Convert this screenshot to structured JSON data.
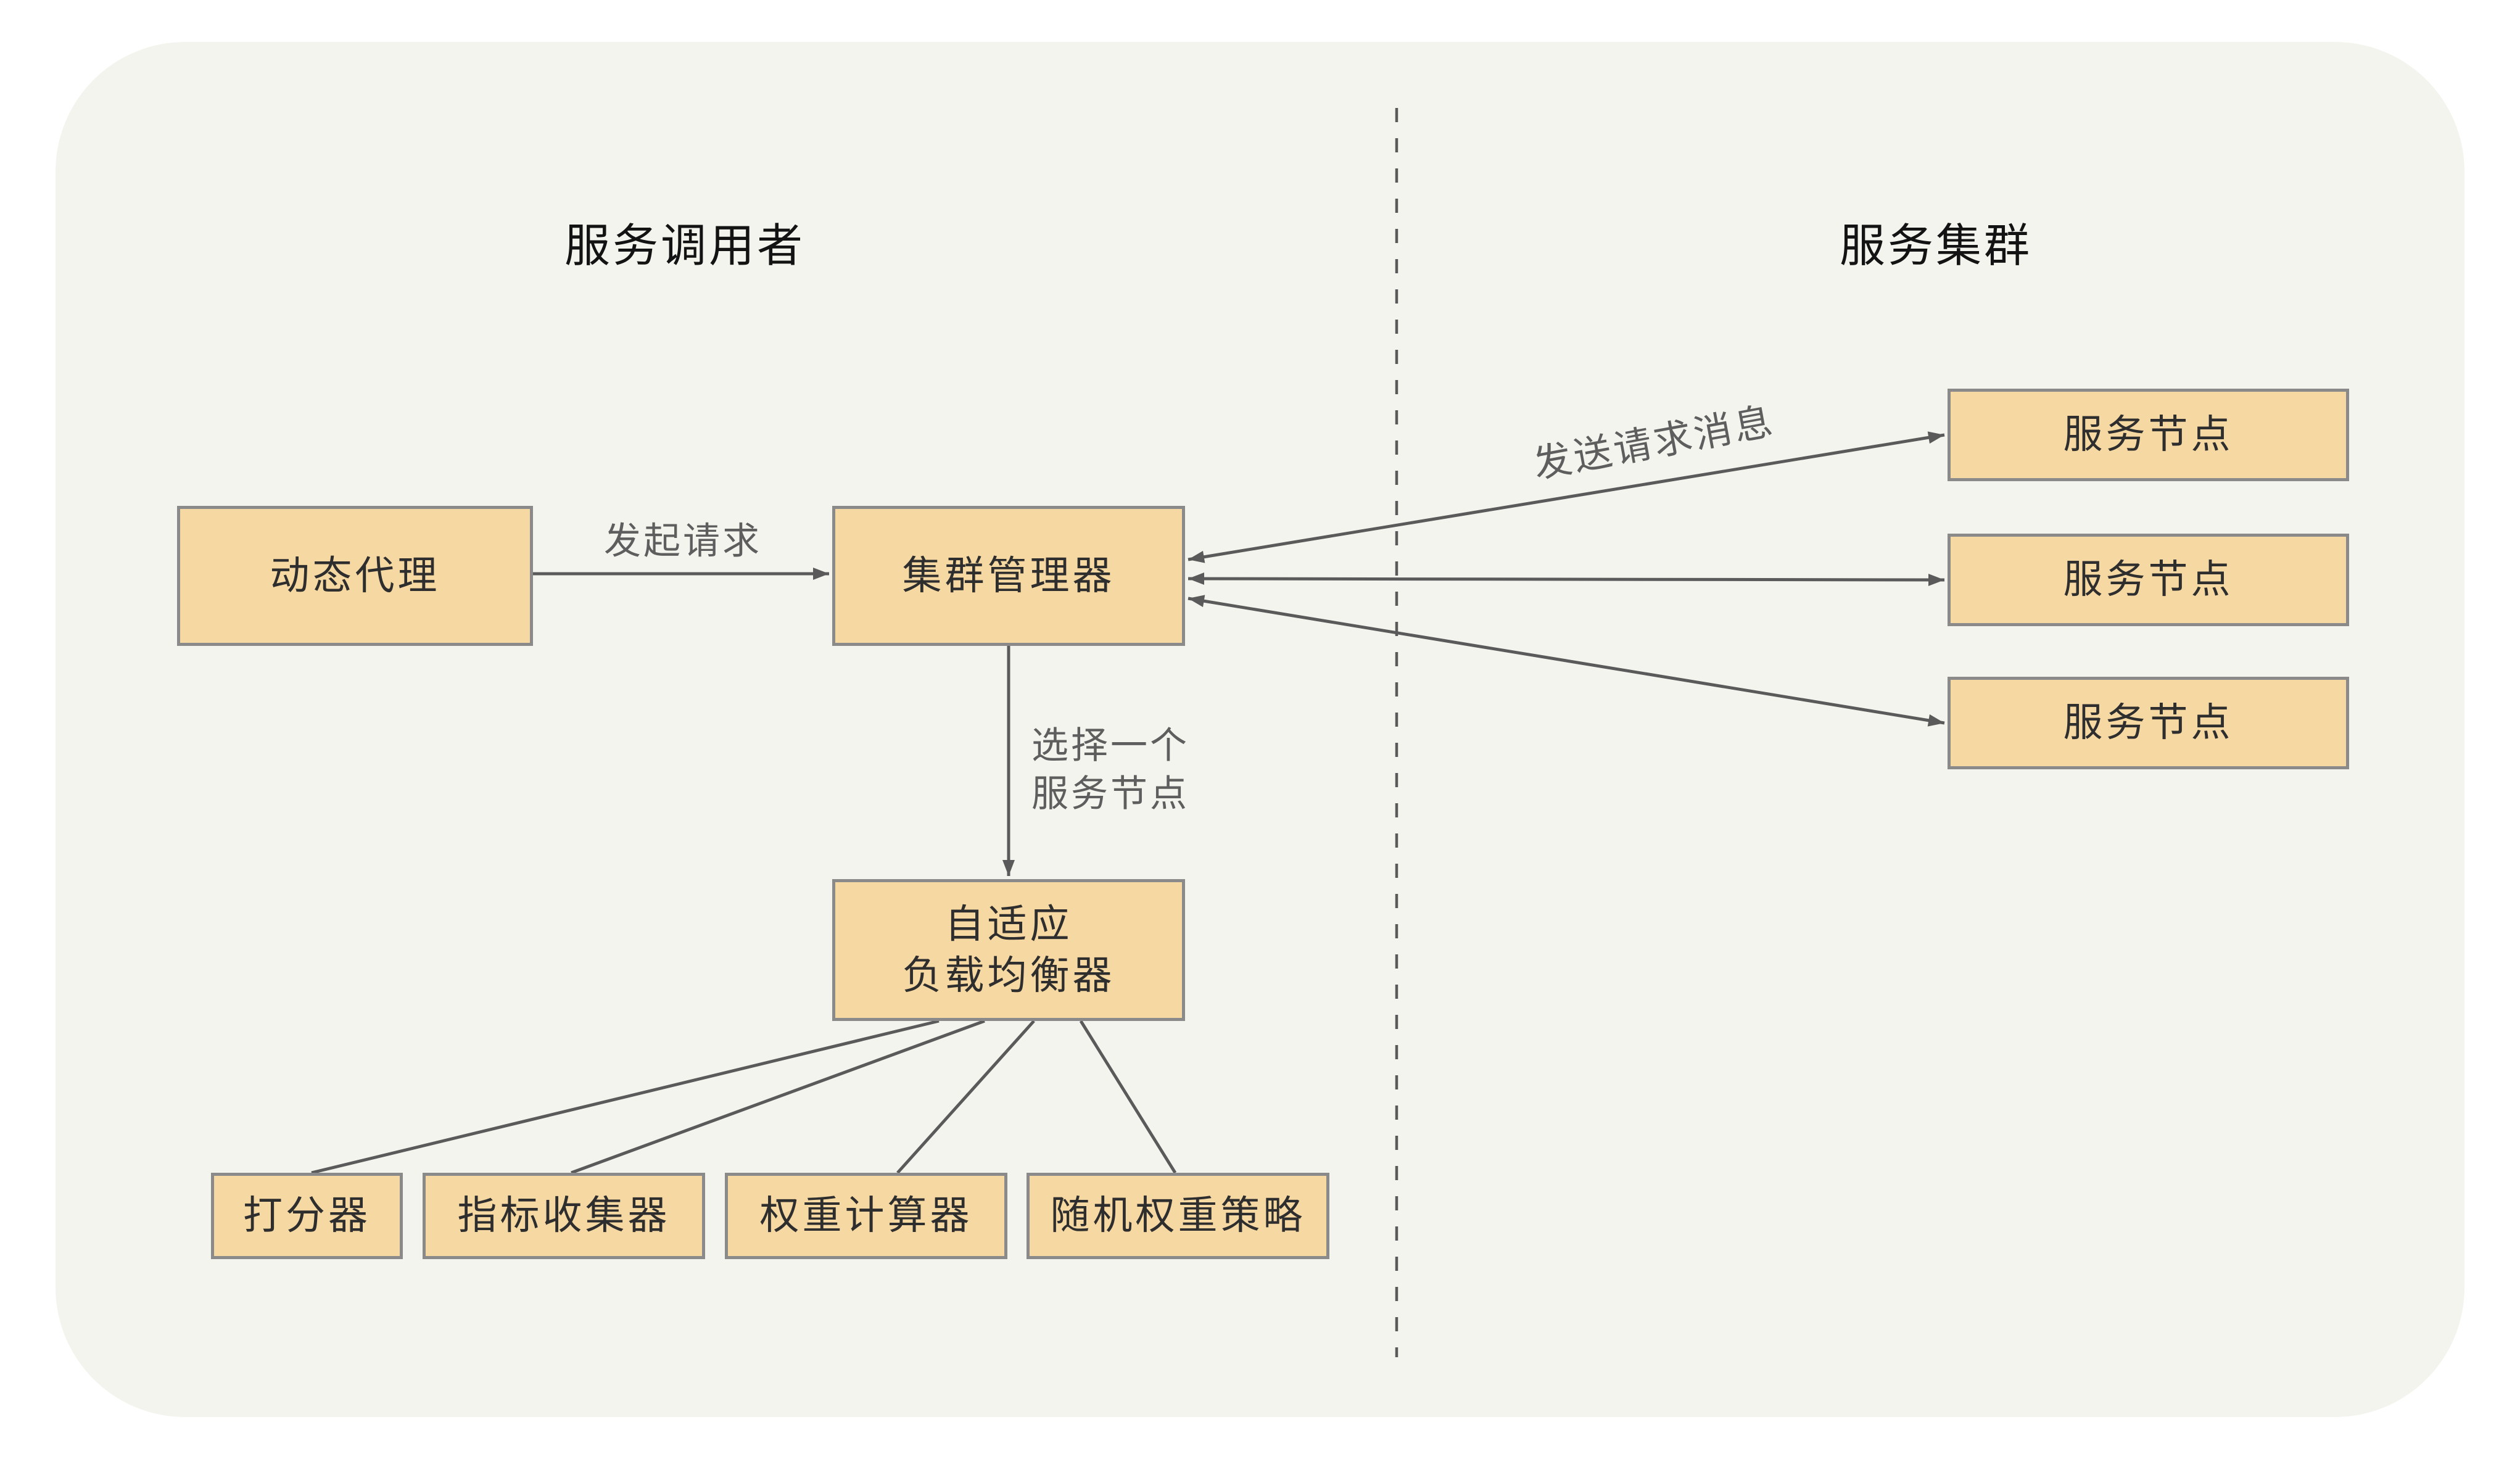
{
  "diagram": {
    "sections": {
      "left_title": "服务调用者",
      "right_title": "服务集群"
    },
    "nodes": {
      "dynamic_proxy": "动态代理",
      "cluster_manager": "集群管理器",
      "service_node_1": "服务节点",
      "service_node_2": "服务节点",
      "service_node_3": "服务节点",
      "adaptive_load_balancer": {
        "line1": "自适应",
        "line2": "负载均衡器"
      },
      "scorer": "打分器",
      "metric_collector": "指标收集器",
      "weight_calculator": "权重计算器",
      "random_weight_strategy": "随机权重策略"
    },
    "edge_labels": {
      "initiate_request": "发起请求",
      "send_request_message": "发送请求消息",
      "select_one": {
        "line1": "选择一个",
        "line2": "服务节点"
      }
    },
    "colors": {
      "page_background": "#ffffff",
      "canvas_background": "#f4f4ee",
      "node_fill": "#f6d8a2",
      "node_border": "#8a8a8a",
      "node_text": "#2e2e2e",
      "connector": "#5a5a5a",
      "edge_label_text": "#5e5e5e",
      "title_text": "#131313"
    }
  }
}
